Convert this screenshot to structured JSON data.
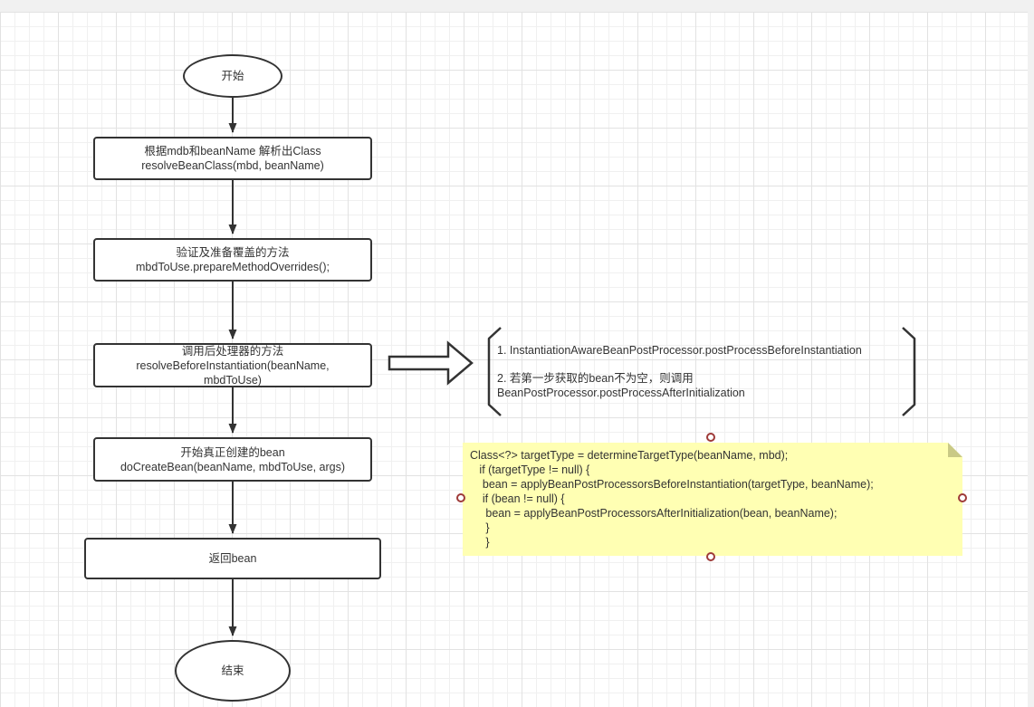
{
  "colors": {
    "stroke": "#333333",
    "text": "#333333",
    "canvas_bg": "#ffffff",
    "grid_minor": "#f0f0f0",
    "grid_major": "#e2e2e2",
    "topbar": "#f1f1f1",
    "note_fill": "#ffffb3",
    "note_fold": "#c9c986",
    "handle": "#9e3a38"
  },
  "flowchart": {
    "start_label": "开始",
    "end_label": "结束",
    "steps": [
      {
        "lines": [
          "根据mdb和beanName 解析出Class",
          "resolveBeanClass(mbd, beanName)"
        ]
      },
      {
        "lines": [
          "验证及准备覆盖的方法",
          "mbdToUse.prepareMethodOverrides();"
        ]
      },
      {
        "lines": [
          "调用后处理器的方法",
          "resolveBeforeInstantiation(beanName,",
          "mbdToUse)"
        ]
      },
      {
        "lines": [
          "开始真正创建的bean",
          "doCreateBean(beanName, mbdToUse, args)"
        ]
      },
      {
        "lines": [
          "返回bean"
        ]
      }
    ]
  },
  "bracket_note": {
    "line1": "1. InstantiationAwareBeanPostProcessor.postProcessBeforeInstantiation",
    "line2": "2. 若第一步获取的bean不为空，则调用",
    "line3": "BeanPostProcessor.postProcessAfterInitialization"
  },
  "sticky_note": {
    "code": "Class<?> targetType = determineTargetType(beanName, mbd);\n   if (targetType != null) {\n    bean = applyBeanPostProcessorsBeforeInstantiation(targetType, beanName);\n    if (bean != null) {\n     bean = applyBeanPostProcessorsAfterInitialization(bean, beanName);\n     }\n     }"
  }
}
